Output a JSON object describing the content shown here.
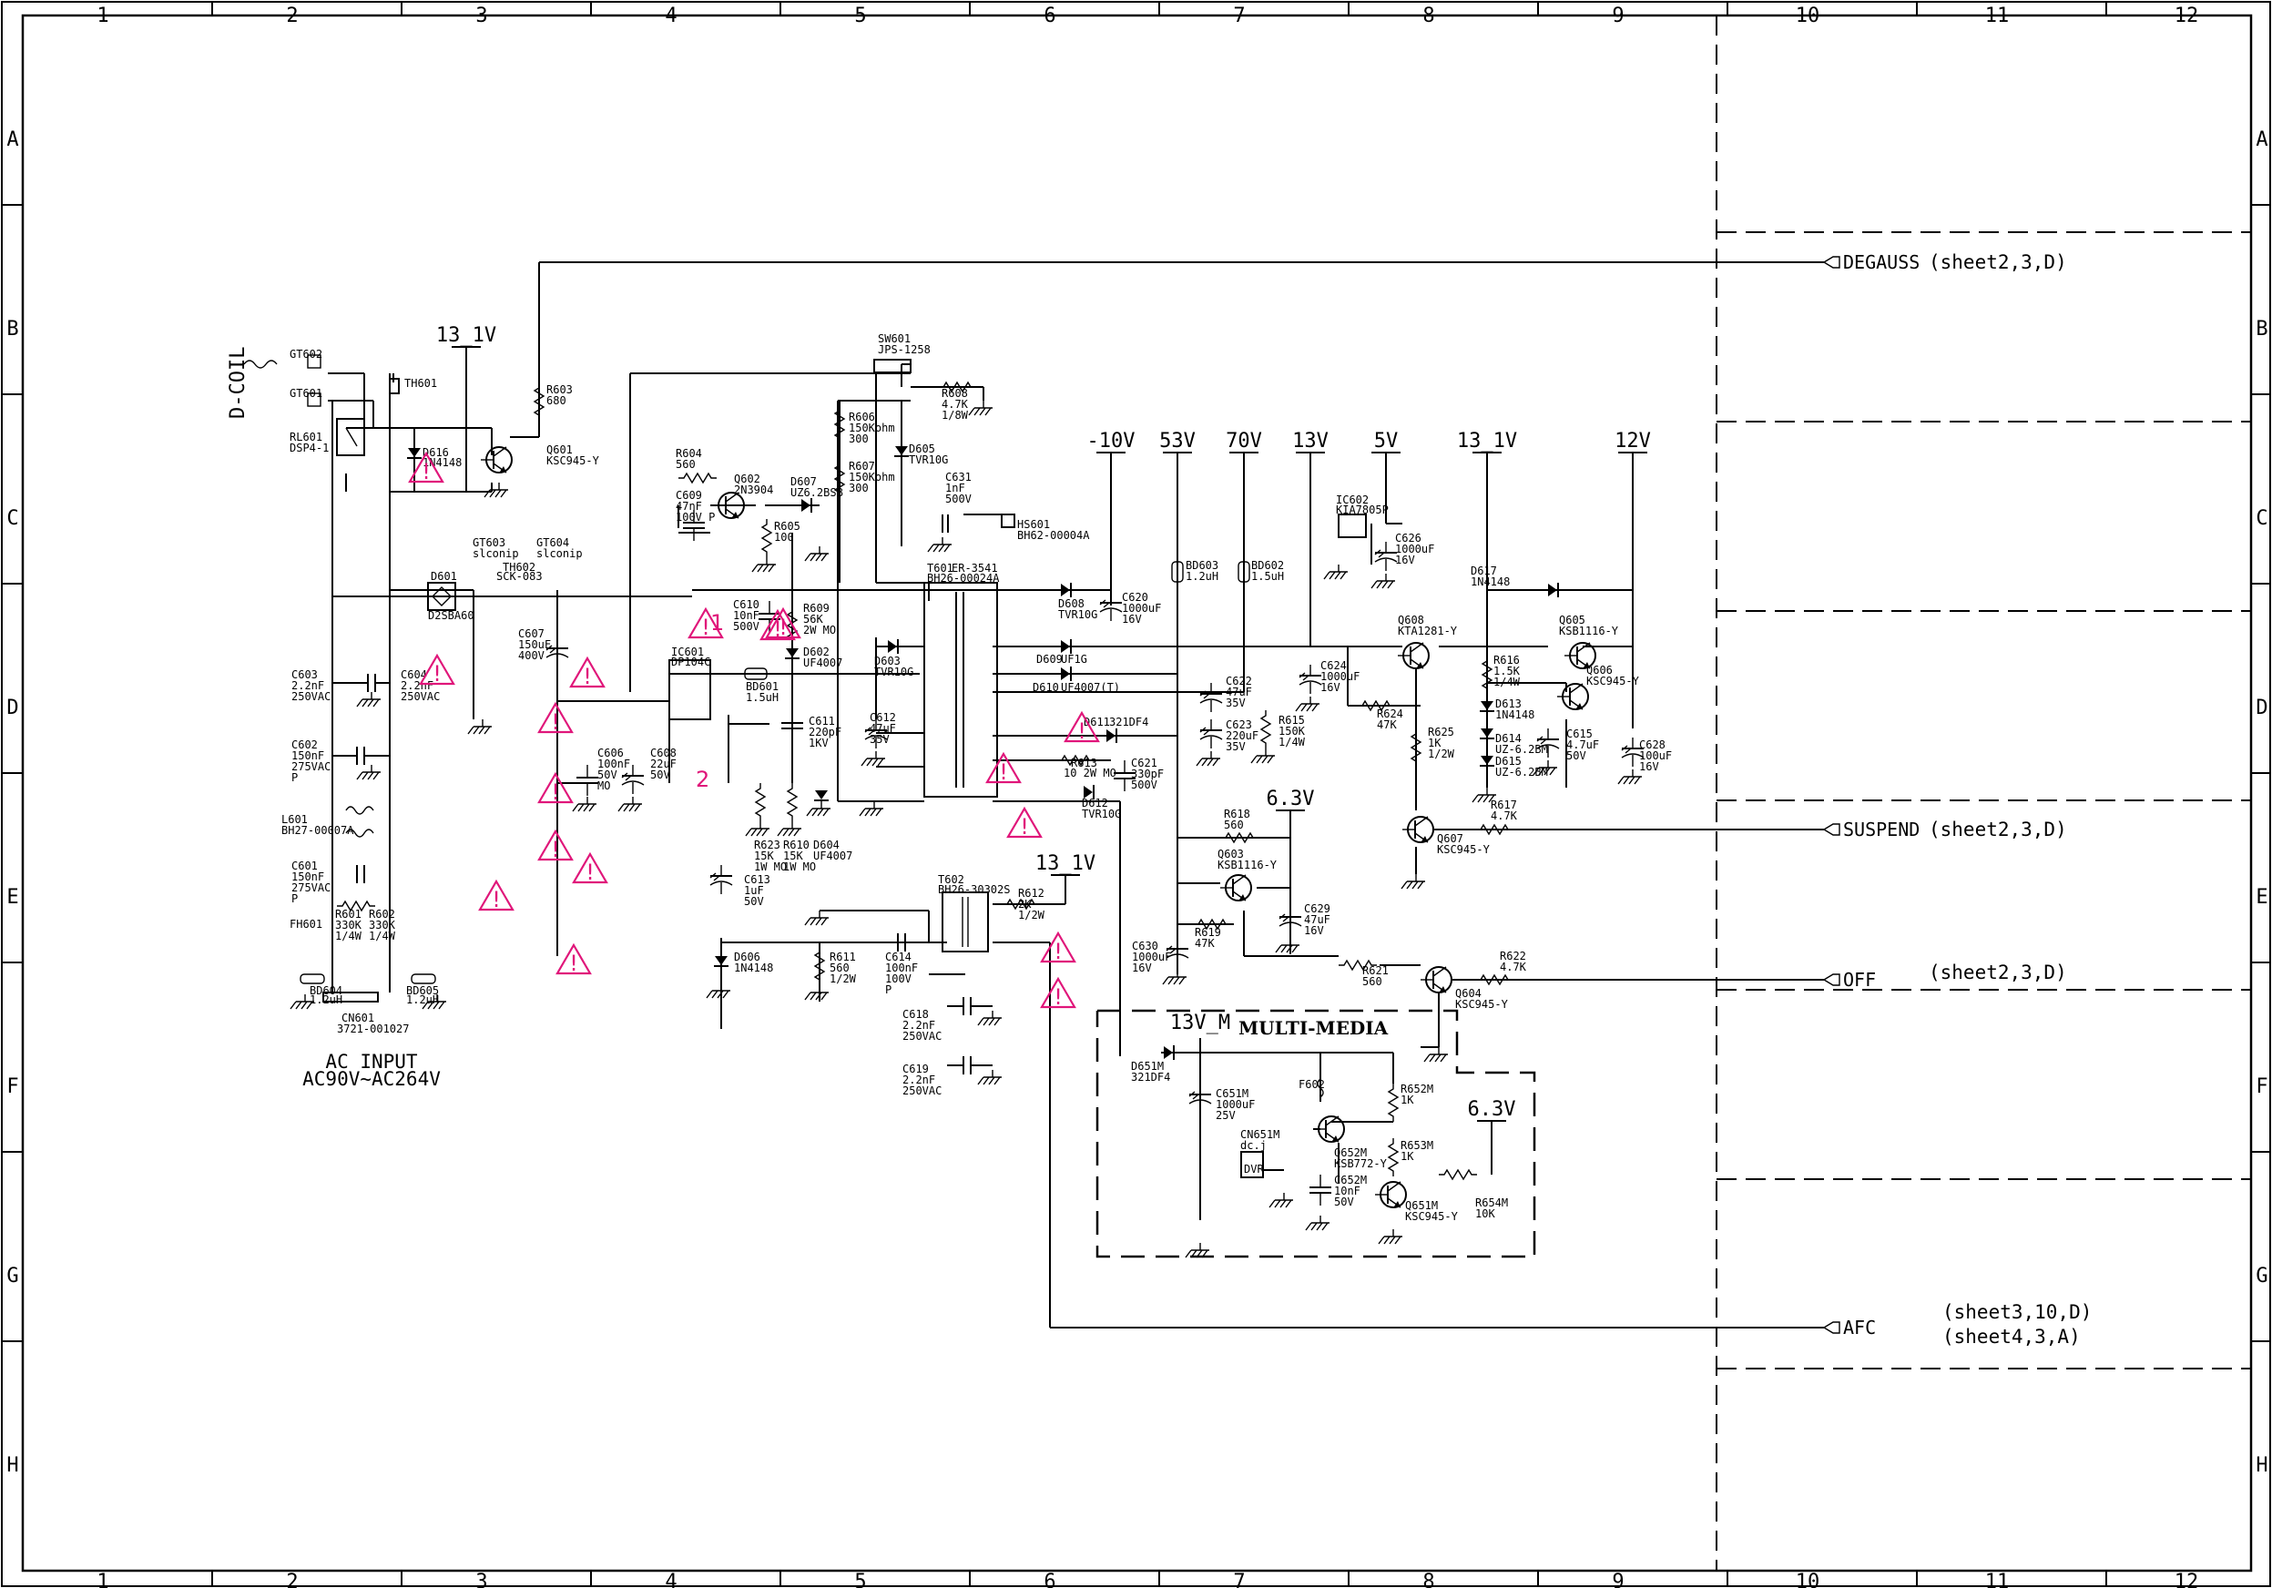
{
  "frame": {
    "columns": [
      "1",
      "2",
      "3",
      "4",
      "5",
      "6",
      "7",
      "8",
      "9",
      "10",
      "11",
      "12"
    ],
    "rows": [
      "A",
      "B",
      "C",
      "D",
      "E",
      "F",
      "G",
      "H"
    ]
  },
  "rails": [
    "-10V",
    "53V",
    "70V",
    "13V",
    "5V",
    "13_1V",
    "12V"
  ],
  "local_rails": {
    "r13_1v_left": "13_1V",
    "r6_3v_mid": "6.3V",
    "r13_1v_t602": "13_1V",
    "r13v_m": "13V_M",
    "r6_3v_mm": "6.3V"
  },
  "ports": [
    {
      "name": "DEGAUSS",
      "ref": "(sheet2,3,D)"
    },
    {
      "name": "SUSPEND",
      "ref": "(sheet2,3,D)"
    },
    {
      "name": "OFF",
      "ref": "(sheet2,3,D)"
    },
    {
      "name": "AFC",
      "ref": "(sheet3,10,D)",
      "ref2": "(sheet4,3,A)"
    }
  ],
  "titles": {
    "ac_input": "AC INPUT",
    "ac_range": "AC90V~AC264V",
    "multimedia": "MULTI-MEDIA",
    "dcoil": "D-COIL"
  },
  "components": {
    "gt602": "GT602",
    "gt601": "GT601",
    "th601": "TH601",
    "rl601": "RL601",
    "rl601v": "DSP4-1",
    "d616": "D616",
    "d616v": "1N4148",
    "q601": "Q601",
    "q601v": "KSC945-Y",
    "r603": "R603",
    "r603v": "680",
    "sw601": "SW601",
    "sw601v": "JPS-1258",
    "r608": "R608",
    "r608v": "4.7K",
    "r608p": "1/8W",
    "r606": "R606",
    "r606v": "150Kohm",
    "r606p": "300",
    "r607": "R607",
    "r607v": "150Kohm",
    "r607p": "300",
    "d605": "D605",
    "d605v": "TVR10G",
    "c631": "C631",
    "c631v": "1nF",
    "c631p": "500V",
    "hs601": "HS601",
    "hs601v": "BH62-00004A",
    "r604": "R604",
    "r604v": "560",
    "q602": "Q602",
    "q602v": "2N3904",
    "d607": "D607",
    "d607v": "UZ6.2BSB",
    "c609": "C609",
    "c609v": "47nF",
    "c609p": "100V P",
    "r605": "R605",
    "r605v": "100",
    "gt603": "GT603",
    "gt603v": "slconip",
    "gt604": "GT604",
    "gt604v": "slconip",
    "th602": "TH602",
    "th602v": "SCK-083",
    "d601": "D601",
    "d601v": "D2SBA60",
    "c607": "C607",
    "c607v": "150uF",
    "c607p": "400V",
    "c610": "C610",
    "c610v": "10nF",
    "c610p": "500V",
    "r609": "R609",
    "r609v": "56K",
    "r609p": "2W MO",
    "d602": "D602",
    "d602v": "UF4007",
    "ic601": "IC601",
    "ic601v": "DP104C",
    "bd601": "BD601",
    "bd601v": "1.5uH",
    "c611": "C611",
    "c611v": "220pF",
    "c611p": "1KV",
    "c612": "C612",
    "c612v": "47uF",
    "c612p": "35V",
    "d603": "D603",
    "d603v": "TVR10G",
    "t601": "T601",
    "t601v": "ER-3541",
    "t601p": "BH26-00024A",
    "c603": "C603",
    "c603v": "2.2nF",
    "c603p": "250VAC",
    "c604": "C604",
    "c604v": "2.2nF",
    "c604p": "250VAC",
    "c602": "C602",
    "c602v": "150nF",
    "c602p": "275VAC",
    "c602q": "P",
    "c606": "C606",
    "c606v": "100nF",
    "c606p": "50V",
    "c606q": "MO",
    "c608": "C608",
    "c608v": "22uF",
    "c608p": "50V",
    "r623": "R623",
    "r623v": "15K",
    "r623p": "1W MO",
    "r610": "R610",
    "r610v": "15K",
    "r610p": "1W MO",
    "d604": "D604",
    "d604v": "UF4007",
    "l601": "L601",
    "l601v": "BH27-00007A",
    "c601": "C601",
    "c601v": "150nF",
    "c601p": "275VAC",
    "c601q": "P",
    "r601": "R601",
    "r601v": "330K",
    "r601p": "1/4W",
    "r602": "R602",
    "r602v": "330K",
    "r602p": "1/4W",
    "fh601": "FH601",
    "bd604": "BD604",
    "bd604v": "1.2uH",
    "bd605": "BD605",
    "bd605v": "1.2uH",
    "cn601": "CN601",
    "cn601v": "3721-001027",
    "d608": "D608",
    "d608v": "TVR10G",
    "c620": "C620",
    "c620v": "1000uF",
    "c620p": "16V",
    "bd603": "BD603",
    "bd603v": "1.2uH",
    "bd602": "BD602",
    "bd602v": "1.5uH",
    "ic602": "IC602",
    "ic602v": "KIA7805P",
    "c626": "C626",
    "c626v": "1000uF",
    "c626p": "16V",
    "d609": "D609",
    "d609v": "UF1G",
    "d610": "D610",
    "d610v": "UF4007(T)",
    "d611": "D611",
    "d611v": "321DF4",
    "c622": "C622",
    "c622v": "47uF",
    "c622p": "35V",
    "c623": "C623",
    "c623v": "220uF",
    "c623p": "35V",
    "r615": "R615",
    "r615v": "150K",
    "r615p": "1/4W",
    "c624": "C624",
    "c624v": "1000uF",
    "c624p": "16V",
    "r613": "R613",
    "r613v": "10 2W MO",
    "c621": "C621",
    "c621v": "330pF",
    "c621p": "500V",
    "d612": "D612",
    "d612v": "TVR10G",
    "d617": "D617",
    "d617v": "1N4148",
    "q608": "Q608",
    "q608v": "KTA1281-Y",
    "q605": "Q605",
    "q605v": "KSB1116-Y",
    "q606": "Q606",
    "q606v": "KSC945-Y",
    "r616": "R616",
    "r616v": "1.5K",
    "r616p": "1/4W",
    "r624": "R624",
    "r624v": "47K",
    "r625": "R625",
    "r625v": "1K",
    "r625p": "1/2W",
    "d613": "D613",
    "d613v": "1N4148",
    "d614": "D614",
    "d614v": "UZ-6.2BM",
    "d615": "D615",
    "d615v": "UZ-6.2BM",
    "c615": "C615",
    "c615v": "4.7uF",
    "c615p": "50V",
    "c628": "C628",
    "c628v": "100uF",
    "c628p": "16V",
    "r617": "R617",
    "r617v": "4.7K",
    "q607": "Q607",
    "q607v": "KSC945-Y",
    "r618": "R618",
    "r618v": "560",
    "q603": "Q603",
    "q603v": "KSB1116-Y",
    "r619": "R619",
    "r619v": "47K",
    "c629": "C629",
    "c629v": "47uF",
    "c629p": "16V",
    "c630": "C630",
    "c630v": "1000uF",
    "c630p": "16V",
    "r621": "R621",
    "r621v": "560",
    "q604": "Q604",
    "q604v": "KSC945-Y",
    "r622": "R622",
    "r622v": "4.7K",
    "t602": "T602",
    "t602v": "BH26-30302S",
    "r612": "R612",
    "r612v": "2K",
    "r612p": "1/2W",
    "c613": "C613",
    "c613v": "1uF",
    "c613p": "50V",
    "d606": "D606",
    "d606v": "1N4148",
    "r611": "R611",
    "r611v": "560",
    "r611p": "1/2W",
    "c614": "C614",
    "c614v": "100nF",
    "c614p": "100V",
    "c614q": "P",
    "c618": "C618",
    "c618v": "2.2nF",
    "c618p": "250VAC",
    "c619": "C619",
    "c619v": "2.2nF",
    "c619p": "250VAC",
    "d651m": "D651M",
    "d651mv": "321DF4",
    "c651m": "C651M",
    "c651mv": "1000uF",
    "c651mp": "25V",
    "f602": "F602",
    "r652m": "R652M",
    "r652mv": "1K",
    "q652m": "Q652M",
    "q652mv": "KSB772-Y",
    "cn651m": "CN651M",
    "cn651mv": "dc.j",
    "cn651mt": "DVR",
    "r653m": "R653M",
    "r653mv": "1K",
    "c652m": "C652M",
    "c652mv": "10nF",
    "c652mp": "50V",
    "q651m": "Q651M",
    "q651mv": "KSC945-Y",
    "r654m": "R654M",
    "r654mv": "10K"
  },
  "warning": {
    "symbol": "!",
    "note1": "1",
    "note2": "2"
  },
  "colors": {
    "line": "#000000",
    "warning": "#e0167a"
  }
}
